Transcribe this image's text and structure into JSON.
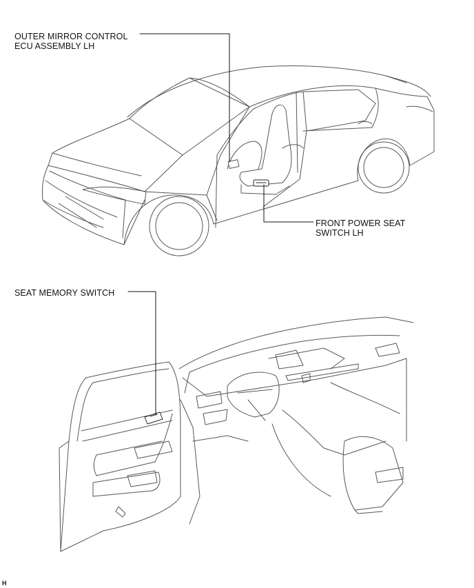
{
  "labels": {
    "outer_mirror": "OUTER MIRROR CONTROL\nECU ASSEMBLY LH",
    "front_power_seat": "FRONT POWER SEAT\nSWITCH LH",
    "seat_memory": "SEAT MEMORY SWITCH",
    "figure_ref": "H"
  },
  "colors": {
    "line": "#555555",
    "leader": "#111111",
    "background": "#ffffff"
  }
}
